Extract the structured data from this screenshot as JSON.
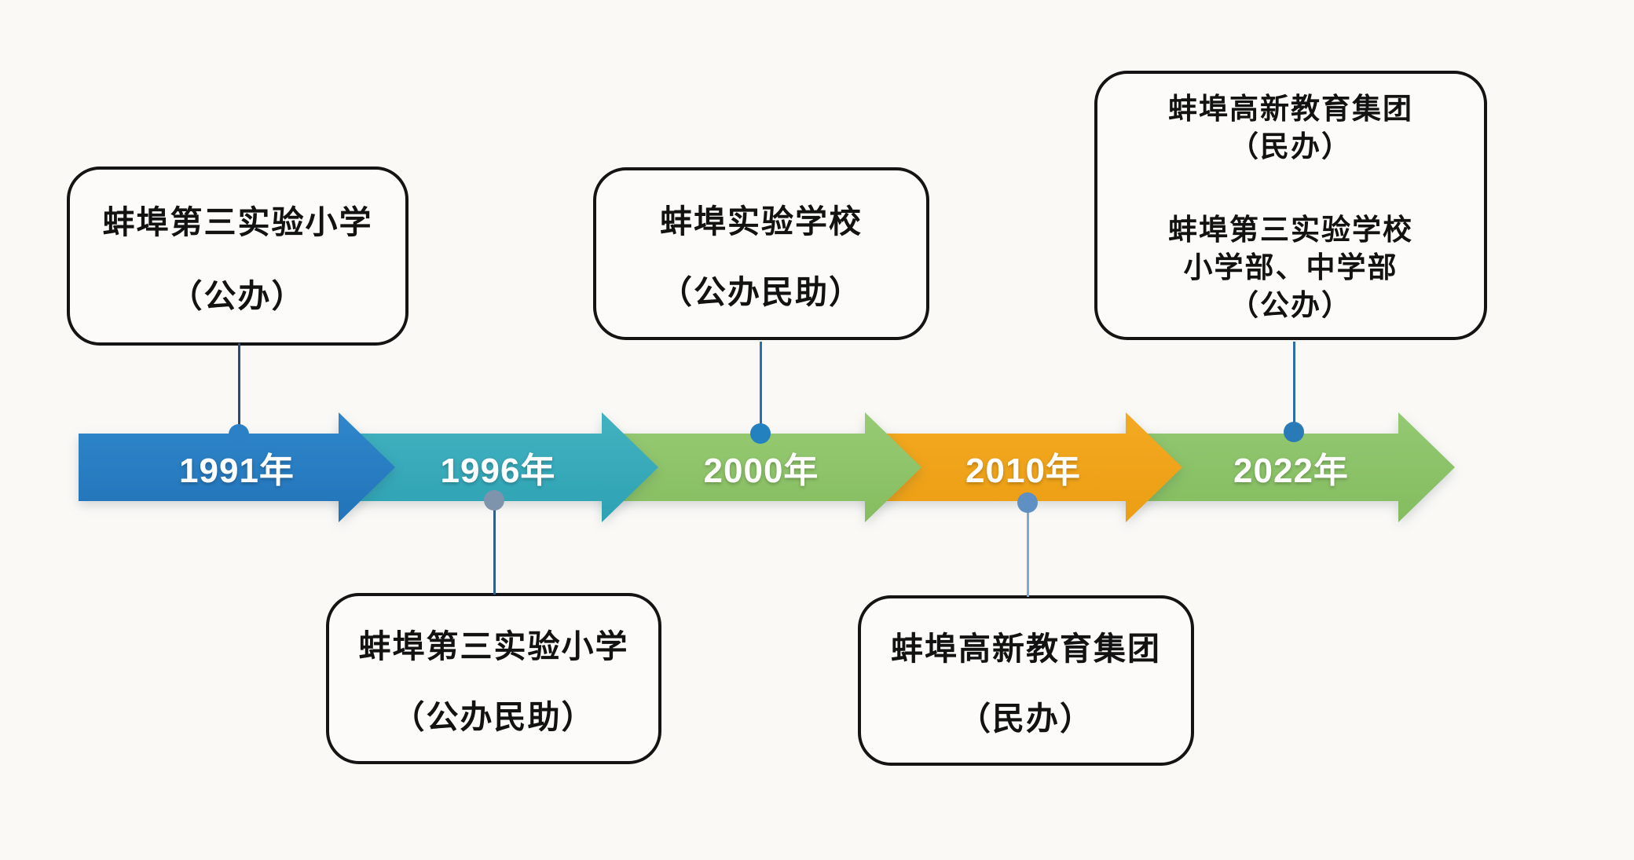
{
  "page": {
    "background": "#faf9f6"
  },
  "diagram": {
    "callout_border_color": "#141414",
    "callout_background": "#fcfbf9",
    "year_text_color": "#ffffff",
    "milestones": [
      {
        "year": "1991年",
        "callout_position": "above",
        "callout_lines": [
          "蚌埠第三实验小学",
          "（公办）"
        ],
        "arrow_color_top": "#3087cb",
        "arrow_color_bottom": "#2273b8",
        "dot_color": "#2b80c6",
        "line_color": "#2b4a6e"
      },
      {
        "year": "1996年",
        "callout_position": "below",
        "callout_lines": [
          "蚌埠第三实验小学",
          "（公办民助）"
        ],
        "arrow_color_top": "#43b2c0",
        "arrow_color_bottom": "#2da2b3",
        "dot_color": "#7e94ad",
        "line_color": "#2e5f8f"
      },
      {
        "year": "2000年",
        "callout_position": "above",
        "callout_lines": [
          "蚌埠实验学校",
          "（公办民助）"
        ],
        "arrow_color_top": "#97cb74",
        "arrow_color_bottom": "#86bd60",
        "dot_color": "#2481c0",
        "line_color": "#2c70ab"
      },
      {
        "year": "2010年",
        "callout_position": "below",
        "callout_lines": [
          "蚌埠高新教育集团",
          "（民办）"
        ],
        "arrow_color_top": "#f3a922",
        "arrow_color_bottom": "#ec9e13",
        "dot_color": "#5e90c4",
        "line_color": "#7fa8d2"
      },
      {
        "year": "2022年",
        "callout_position": "above",
        "callout_groups": [
          [
            "蚌埠高新教育集团",
            "（民办）"
          ],
          [
            "蚌埠第三实验学校",
            "小学部、中学部",
            "（公办）"
          ]
        ],
        "arrow_color_top": "#93c972",
        "arrow_color_bottom": "#84bc5f",
        "dot_color": "#2b7ab8",
        "line_color": "#2f6da8"
      }
    ]
  }
}
